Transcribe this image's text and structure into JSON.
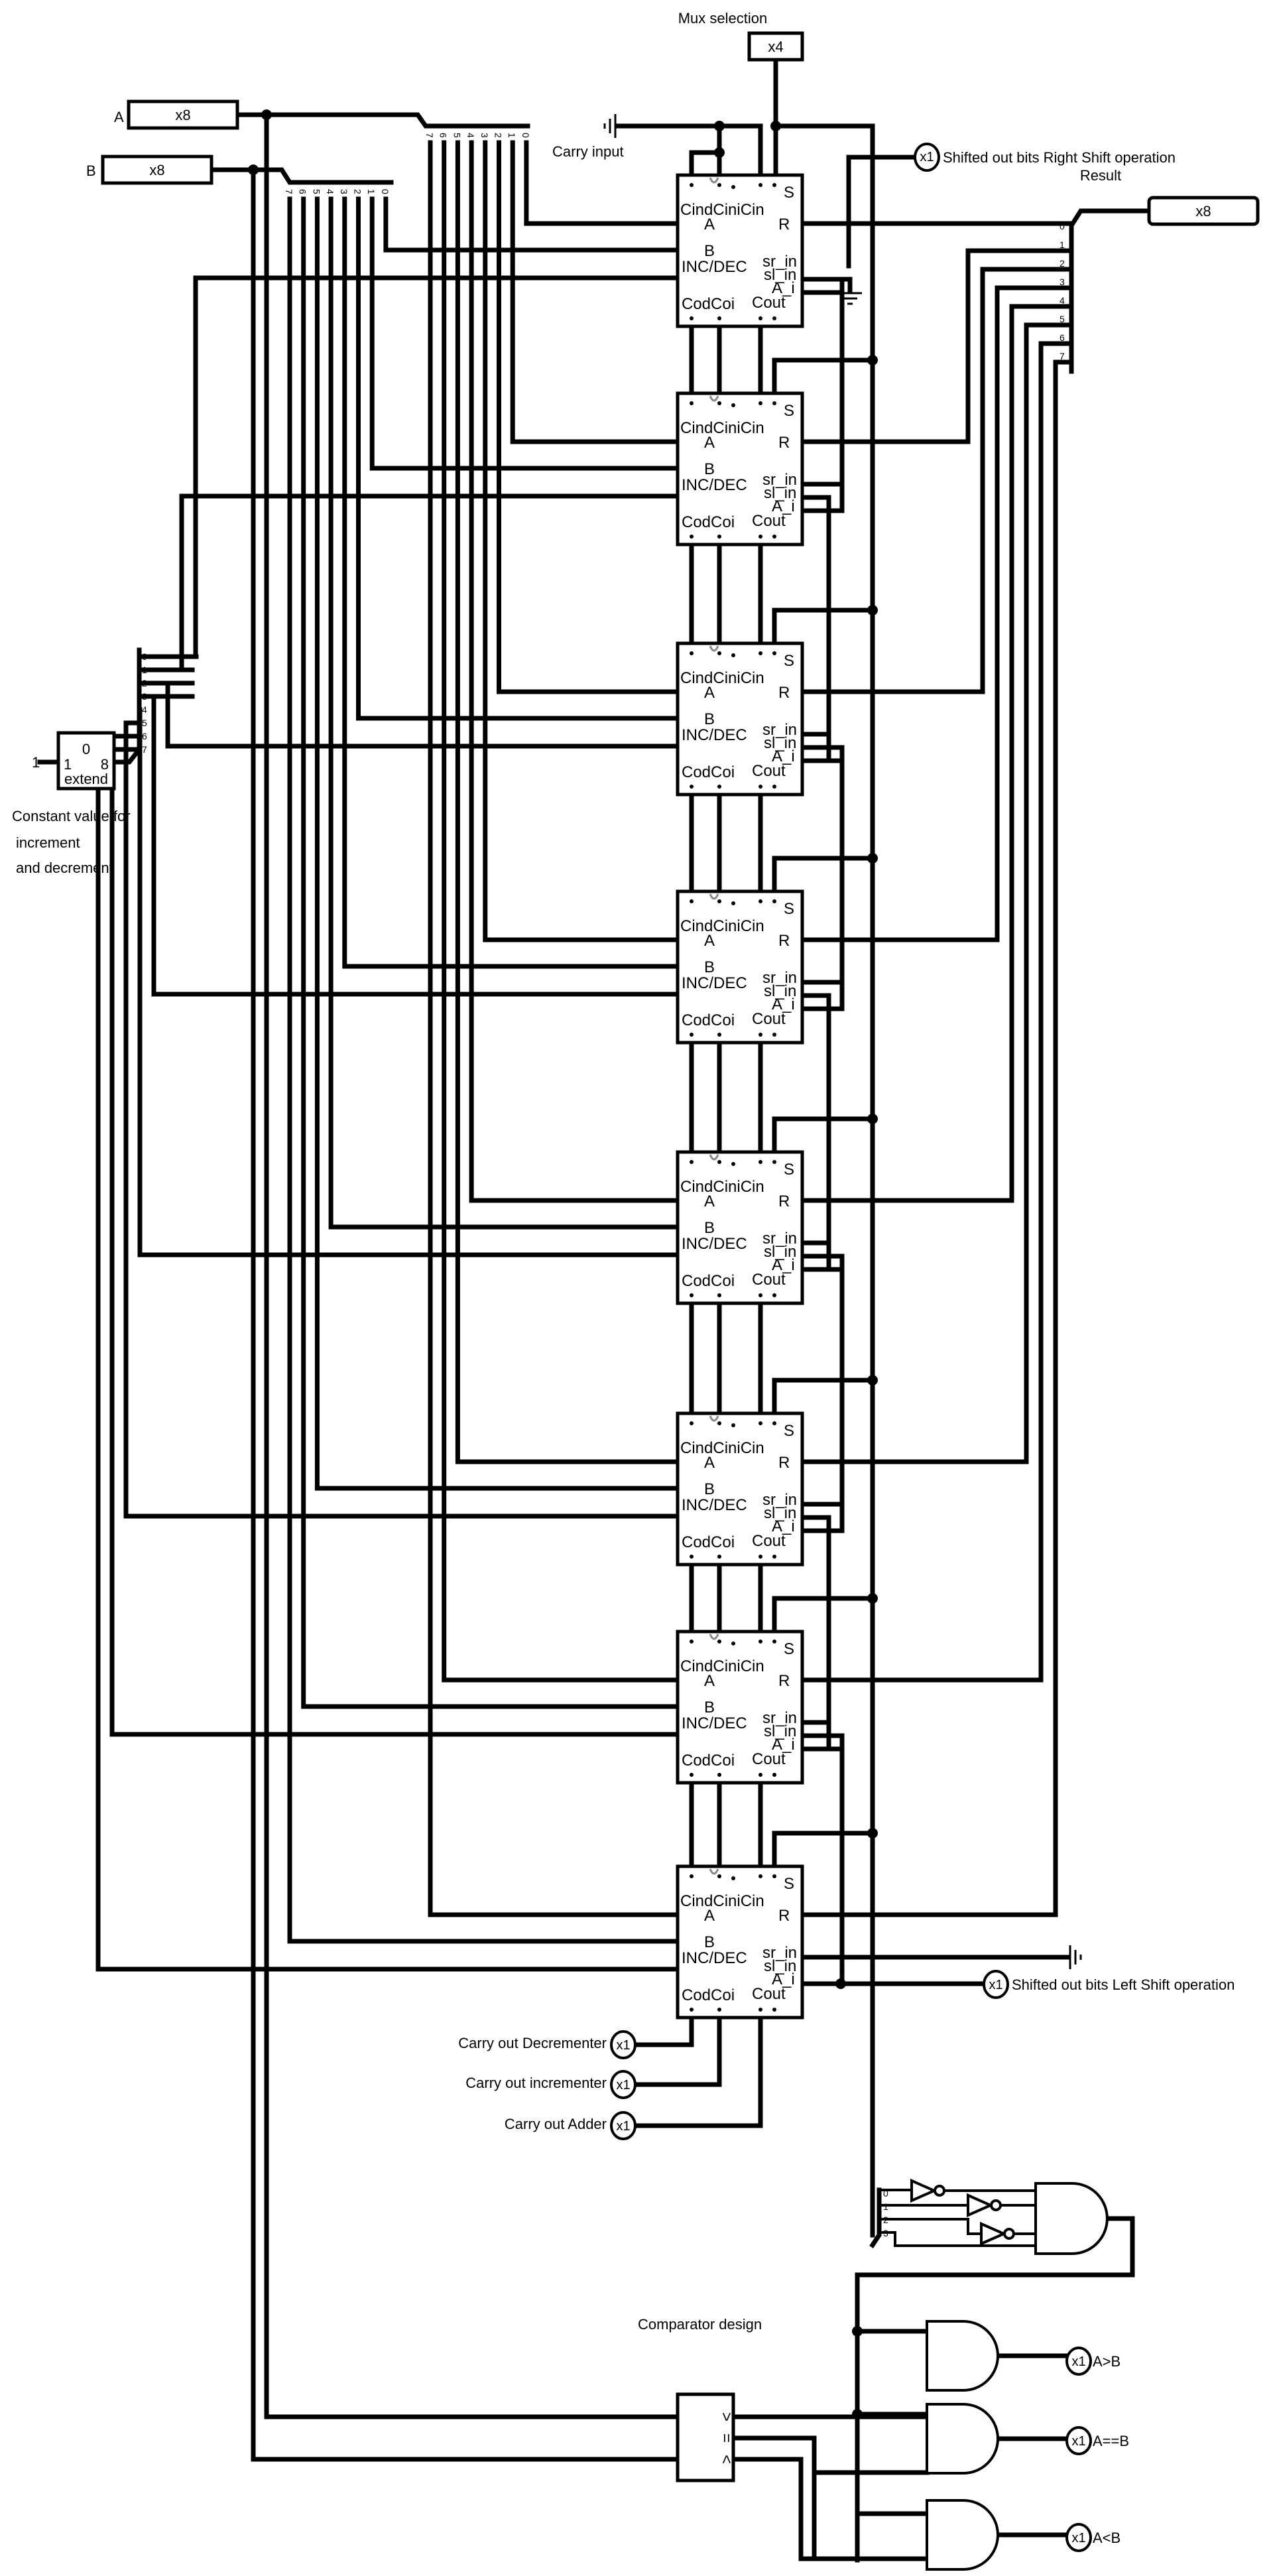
{
  "title": "8-bit ALU schematic",
  "inputs": {
    "a": {
      "name": "A",
      "width_label": "x8"
    },
    "b": {
      "name": "B",
      "width_label": "x8"
    },
    "mux_selection": {
      "caption": "Mux selection",
      "width_label": "x4"
    },
    "carry_input": {
      "caption": "Carry input"
    }
  },
  "constant": {
    "input_value": "1",
    "extend_top": "0",
    "extend_in": "1",
    "extend_out": "8",
    "extend_label": "extend",
    "caption_lines": [
      "Constant value for",
      "increment",
      "and decrement"
    ]
  },
  "splitter_bits_desc": [
    "7",
    "6",
    "5",
    "4",
    "3",
    "2",
    "1",
    "0"
  ],
  "splitter_bits_asc": [
    "0",
    "1",
    "2",
    "3",
    "4",
    "5",
    "6",
    "7"
  ],
  "compare_splitter_bits": [
    "0",
    "1",
    "2",
    "3"
  ],
  "alu_slice": {
    "top_label": "CindCiniCin",
    "select_label": "S",
    "a_label": "A",
    "b_label": "B",
    "incdec_label": "INC/DEC",
    "r_label": "R",
    "sr_in_label": "sr_in",
    "sl_in_label": "sl_in",
    "a_i_label": "A_i",
    "bottom_left_label": "CodCoi",
    "cout_label": "Cout"
  },
  "slice_count": 8,
  "outputs": {
    "result": {
      "caption": "Result",
      "width_label": "x8"
    },
    "shift_right_out": {
      "probe": "x1",
      "caption": "Shifted out bits Right Shift operation"
    },
    "shift_left_out": {
      "probe": "x1",
      "caption": "Shifted out bits Left Shift operation"
    },
    "carry_dec": {
      "probe": "x1",
      "caption": "Carry out Decrementer"
    },
    "carry_inc": {
      "probe": "x1",
      "caption": "Carry out incrementer"
    },
    "carry_add": {
      "probe": "x1",
      "caption": "Carry out Adder"
    }
  },
  "comparator": {
    "caption": "Comparator design",
    "ports": [
      ">",
      "=",
      "<"
    ],
    "outputs": [
      {
        "probe": "x1",
        "caption": "A>B"
      },
      {
        "probe": "x1",
        "caption": "A==B"
      },
      {
        "probe": "x1",
        "caption": "A<B"
      }
    ]
  }
}
